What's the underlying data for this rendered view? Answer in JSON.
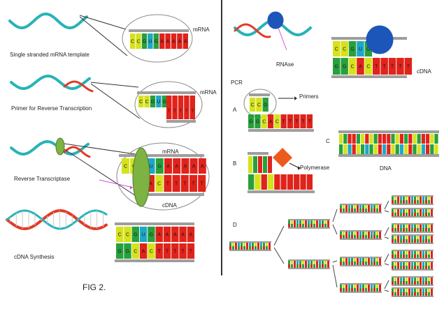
{
  "colors": {
    "C": "#d6e21a",
    "G": "#28a03c",
    "U": "#1fa7c9",
    "T": "#e0231b",
    "A": "#e0231b",
    "backbone": "#9e9e9e",
    "helix_teal": "#27b3b8",
    "helix_red": "#e23a26",
    "enzyme_green": "#7cb342",
    "rnase_blue": "#1c56b8",
    "polymerase_orange": "#ee5a1c",
    "arrow_magenta": "#d24fd6"
  },
  "icons": [
    "helix-strand",
    "enzyme-blob",
    "rnase-sphere",
    "polymerase-diamond"
  ],
  "labels": {
    "mrna_1": "mRNA",
    "single_strand_template": "Single stranded mRNA template",
    "mrna_2": "mRNA",
    "primer_rt": "Primer for Reverse Transcription",
    "mrna_3": "mRNA",
    "reverse_transcriptase": "Reverse Transcriptase",
    "cdna_1": "cDNA",
    "cdna_synthesis": "cDNA Synthesis",
    "fig": "FIG 2.",
    "rnase": "RNAse",
    "cdna_2": "cDNA",
    "pcr": "PCR",
    "step_a": "A",
    "primers": "Primers",
    "step_b": "B",
    "polymerase": "Polymerase",
    "step_c": "C",
    "dna": "DNA",
    "step_d": "D"
  },
  "sequences": {
    "mrna_template": "CCGUGAAAAA",
    "primer_top_1": "CCGUG",
    "primer_bottom_1": "TTTTT",
    "rt_top": "CCGUGAAAAA",
    "rt_bottom": "ACTTTTT",
    "synth_top": "CCGUGAAAAA",
    "synth_bottom": "GGCACTTTTT",
    "rnase_top": "CCGUG",
    "rnase_bottom": "GGCACTTTTT",
    "pcr_a_top": "CCG",
    "pcr_a_bottom": "GGCACTTTTT"
  }
}
